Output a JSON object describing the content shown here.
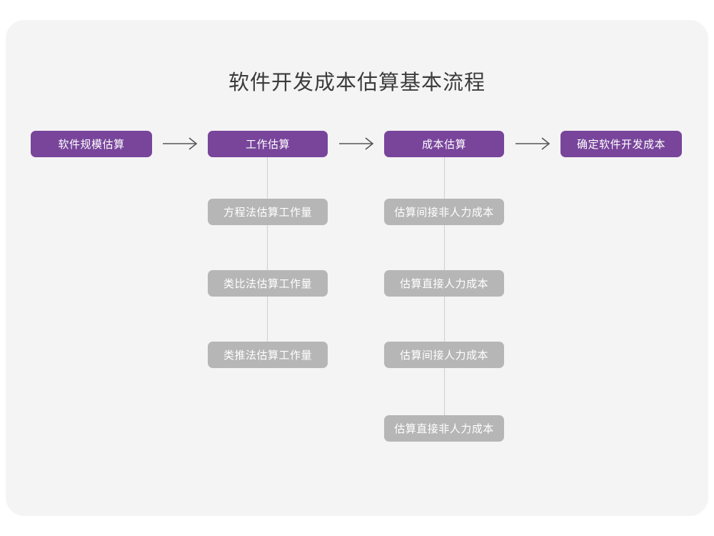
{
  "diagram": {
    "title": "软件开发成本估算基本流程",
    "colors": {
      "canvas": "#ffffff",
      "card": "#f4f4f4",
      "primary": "#78459b",
      "secondary": "#b6b6b6",
      "title_text": "#3c3c3c",
      "node_text": "#ffffff",
      "connector": "#cfcfcf",
      "arrow": "#555555"
    },
    "arrow_glyph": "arrow-right-icon",
    "main_flow": [
      {
        "id": "stage-1",
        "label": "软件规模估算"
      },
      {
        "id": "stage-2",
        "label": "工作估算"
      },
      {
        "id": "stage-3",
        "label": "成本估算"
      },
      {
        "id": "stage-4",
        "label": "确定软件开发成本"
      }
    ],
    "sub_flows": [
      {
        "parent": "stage-2",
        "items": [
          {
            "label": "方程法估算工作量"
          },
          {
            "label": "类比法估算工作量"
          },
          {
            "label": "类推法估算工作量"
          }
        ]
      },
      {
        "parent": "stage-3",
        "items": [
          {
            "label": "估算间接非人力成本"
          },
          {
            "label": "估算直接人力成本"
          },
          {
            "label": "估算间接人力成本"
          },
          {
            "label": "估算直接非人力成本"
          }
        ]
      }
    ]
  }
}
